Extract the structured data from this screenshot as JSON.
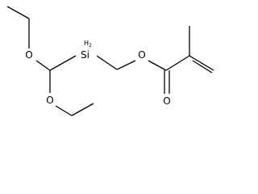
{
  "molecule": {
    "atoms": {
      "o_ether_top": "O",
      "o_ether_bottom": "O",
      "si": "Si",
      "si_h_count": "2",
      "o_ester": "O",
      "o_carbonyl": "O"
    },
    "colors": {
      "bond": "#000000",
      "text": "#000000",
      "background": "#ffffff"
    }
  }
}
